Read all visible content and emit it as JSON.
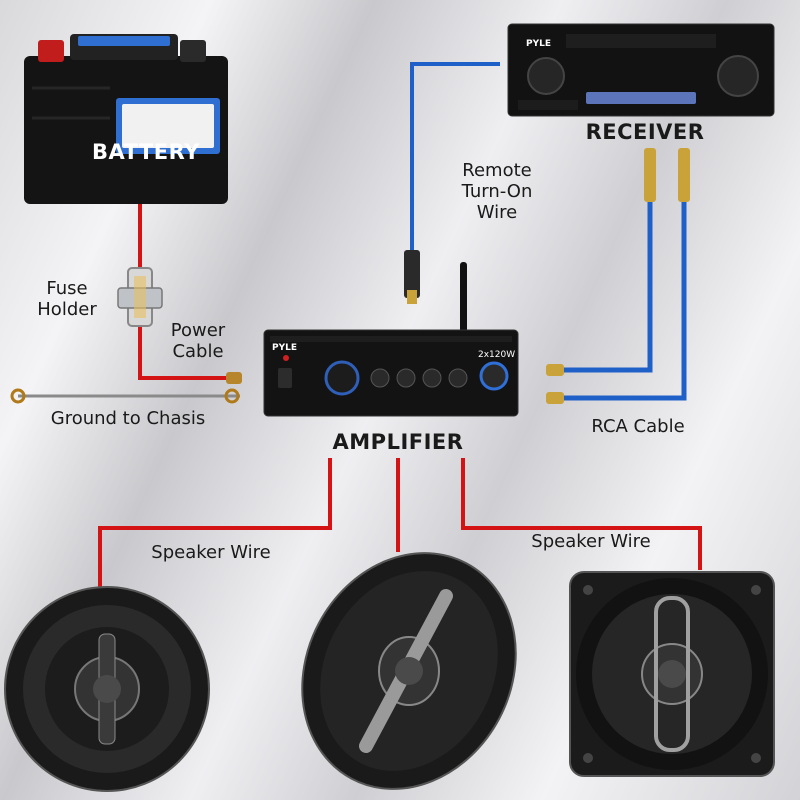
{
  "labels": {
    "battery": "BATTERY",
    "receiver": "RECEIVER",
    "amplifier": "AMPLIFIER",
    "remote": [
      "Remote",
      "Turn-On",
      "Wire"
    ],
    "fuse_holder": [
      "Fuse",
      "Holder"
    ],
    "power_cable": [
      "Power",
      "Cable"
    ],
    "ground": "Ground to Chasis",
    "rca_cable": "RCA Cable",
    "speaker_wire_left": "Speaker Wire",
    "speaker_wire_right": "Speaker Wire"
  },
  "brand": {
    "receiver_logo": "PYLE",
    "amp_logo": "PYLE",
    "amp_power": "2x120W"
  },
  "colors": {
    "power_wire": "#d41414",
    "signal_wire": "#1f5fc8",
    "speaker_wire": "#d41414",
    "device_body": "#161616"
  }
}
